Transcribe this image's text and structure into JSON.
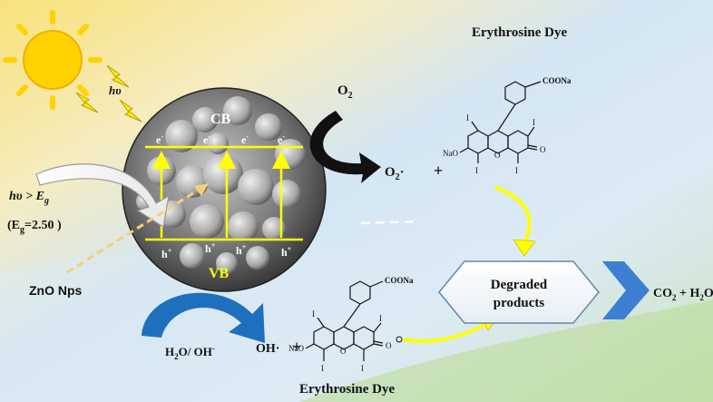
{
  "sun": {
    "label": "hυ"
  },
  "catalyst": {
    "cb_label": "CB",
    "vb_label": "VB",
    "electron_symbol": "e",
    "electron_charge": "-",
    "hole_symbol": "h",
    "hole_charge": "+"
  },
  "excitation": {
    "condition_main": "hυ > E",
    "condition_sub": "g",
    "bandgap_open": "(E",
    "bandgap_sub": "g",
    "bandgap_value": "=2.50 )"
  },
  "material": {
    "label": "ZnO Nps"
  },
  "oxygen": {
    "reactant": "O",
    "reactant_sub": "2",
    "product": "O",
    "product_sub": "2",
    "product_suffix": "·",
    "plus": "+"
  },
  "water": {
    "reactant_a": "H",
    "reactant_a_sub": "2",
    "reactant_b": "O/ OH",
    "reactant_b_sup": "-",
    "product": "OH·",
    "plus": "+"
  },
  "dye": {
    "top_title": "Erythrosine Dye",
    "bottom_title": "Erythrosine Dye",
    "substituent": "COONa",
    "ring_substituent": "NaO",
    "halogen": "I",
    "carbonyl": "O"
  },
  "degraded": {
    "label_line1": "Degraded",
    "label_line2": "products"
  },
  "final": {
    "co2": "CO",
    "co2_sub": "2",
    "plus": " + H",
    "h2o_sub": "2",
    "h2o_tail": "O"
  },
  "colors": {
    "accent_yellow": "#ffff00",
    "arrow_blue": "#1f6fbf",
    "arrow_black": "#111111",
    "sun": "#ffd200",
    "bg_blue": "#cfe3f4",
    "bg_green": "#c8e0a8"
  }
}
